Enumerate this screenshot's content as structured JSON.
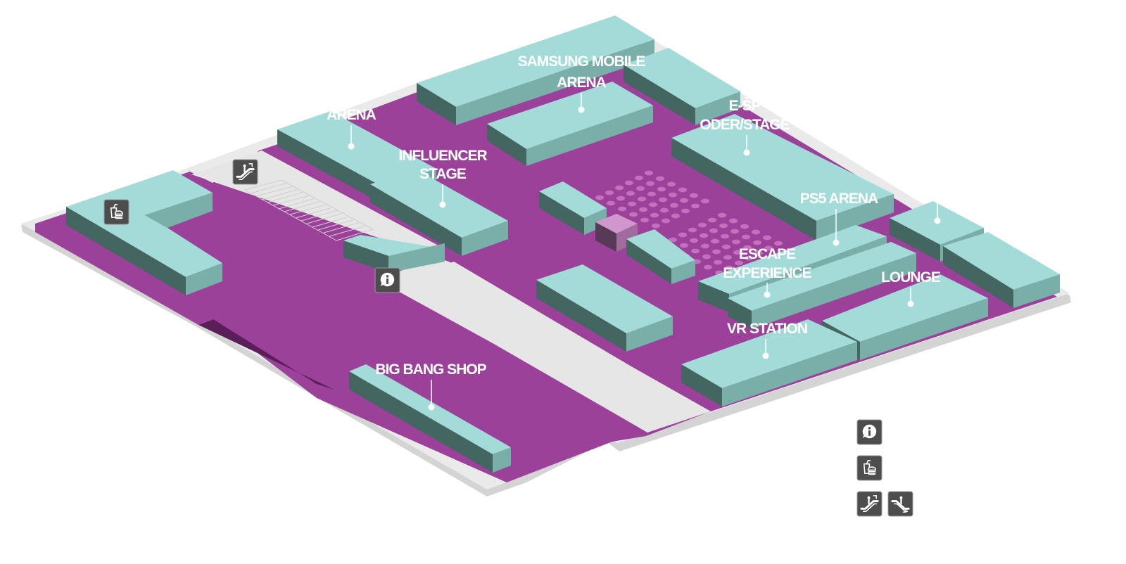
{
  "map": {
    "colors": {
      "floor": "#9c4199",
      "floor_dark": "#6b2868",
      "platform": "#e5e5e5",
      "platform_edge": "#c9c9c9",
      "booth_top": "#a3dbd8",
      "booth_right": "#7aaea9",
      "booth_left": "#436661",
      "seat_dots": "#c371bd",
      "cube_top": "#cf97cb",
      "cube_side": "#573a55"
    },
    "zones": [
      {
        "id": "samsung-mobile-arena",
        "lines": [
          "SAMSUNG MOBILE",
          "ARENA"
        ]
      },
      {
        "id": "arena",
        "lines": [
          "ARENA"
        ]
      },
      {
        "id": "influencer-stage",
        "lines": [
          "INFLUENCER",
          "STAGE"
        ]
      },
      {
        "id": "esports-stage",
        "lines": [
          "E-ŠP",
          "ODER/STAGE"
        ]
      },
      {
        "id": "ps5-arena",
        "lines": [
          "PS5 ARENA"
        ]
      },
      {
        "id": "escape-experience",
        "lines": [
          "ESCAPE",
          "EXPERIENCE"
        ]
      },
      {
        "id": "lounge",
        "lines": [
          "LOUNGE"
        ]
      },
      {
        "id": "vr-station",
        "lines": [
          "VR STATION"
        ]
      },
      {
        "id": "big-bang-shop",
        "lines": [
          "BIG BANG SHOP"
        ]
      }
    ],
    "map_icons": [
      {
        "id": "escalator",
        "icon": "escalator-up-icon"
      },
      {
        "id": "food",
        "icon": "food-drink-icon"
      },
      {
        "id": "info",
        "icon": "info-icon"
      }
    ]
  },
  "legend": {
    "items": [
      {
        "icon": "info-icon"
      },
      {
        "icon": "food-drink-icon"
      },
      {
        "icon": "escalator-up-icon"
      },
      {
        "icon": "escalator-down-icon"
      }
    ]
  }
}
